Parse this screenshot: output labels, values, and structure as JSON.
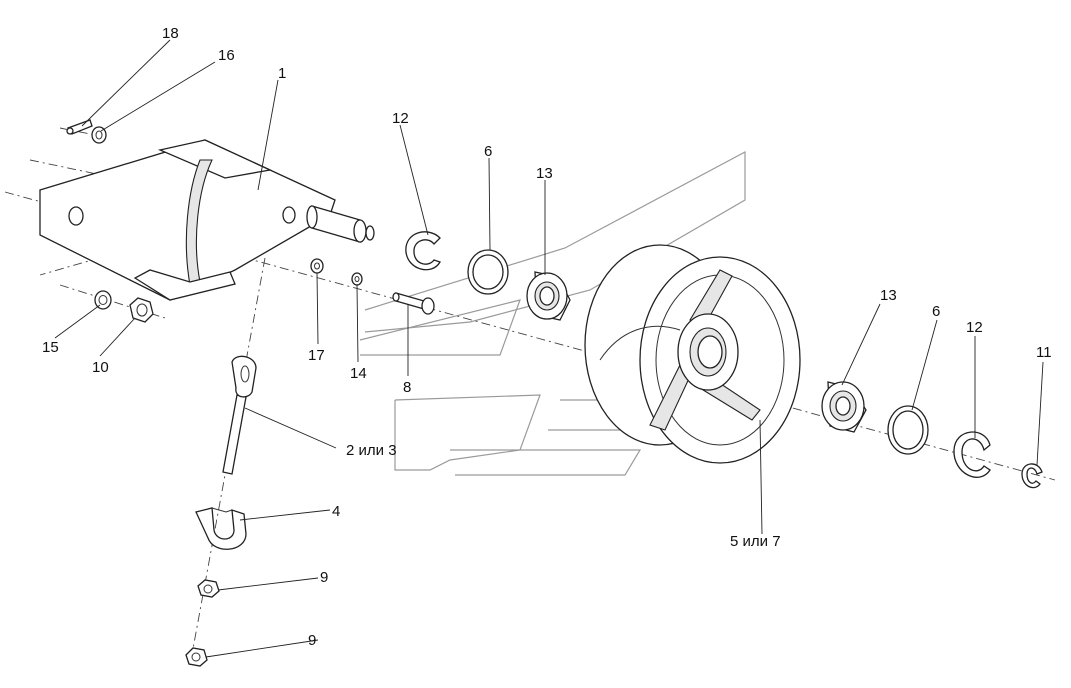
{
  "labels": {
    "l1": "1",
    "l2": "2 или 3",
    "l4": "4",
    "l5": "5 или 7",
    "l6a": "6",
    "l6b": "6",
    "l8": "8",
    "l9a": "9",
    "l9b": "9",
    "l10": "10",
    "l11": "11",
    "l12a": "12",
    "l12b": "12",
    "l13a": "13",
    "l13b": "13",
    "l14": "14",
    "l15": "15",
    "l16": "16",
    "l17": "17",
    "l18": "18"
  }
}
